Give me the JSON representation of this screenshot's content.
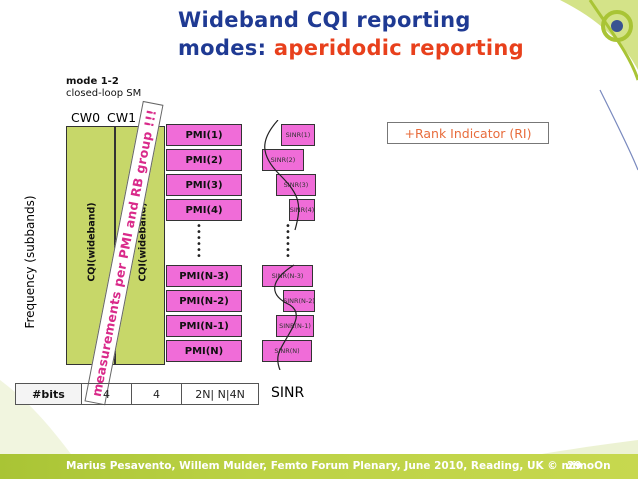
{
  "slide": {
    "title_line1": "Wideband CQI  reporting",
    "title_line2_prefix": "modes: ",
    "title_line2_accent": "aperidodic reporting",
    "mode_title": "mode 1-2",
    "mode_subtitle": "closed-loop SM",
    "cw0_label": "CW0",
    "cw1_label": "CW1",
    "cqi_wideband_label": "CQI(wideband)",
    "measurements_note": "measurements per PMI and RB group !!!",
    "rank_indicator": "+Rank Indicator (RI)",
    "axis_label": "Frequency (subbands)",
    "pmi_cells": [
      "PMI(1)",
      "PMI(2)",
      "PMI(3)",
      "PMI(4)",
      "PMI(N-3)",
      "PMI(N-2)",
      "PMI(N-1)",
      "PMI(N)"
    ],
    "sinr_cells": [
      "SINR(1)",
      "SINR(2)",
      "SINR(3)",
      "SINR(4)",
      "SINR(N-3)",
      "SINR(N-2)",
      "SINR(N-1)",
      "SINR(N)"
    ],
    "sinr_label": "SINR",
    "bits_row": [
      "#bits",
      "4",
      "4",
      "2N|  N|4N"
    ],
    "footer_text": "Marius Pesavento, Willem Mulder, Femto Forum Plenary, June 2010,  Reading, UK     © mimoOn",
    "page_number": "29"
  },
  "colors": {
    "title_blue": "#1f3a93",
    "title_accent": "#e8401c",
    "cqi_green": "#c7d769",
    "pmi_magenta": "#f06cd8",
    "measure_pink": "#d92a8a",
    "footer_green": "#b3cb3e"
  }
}
